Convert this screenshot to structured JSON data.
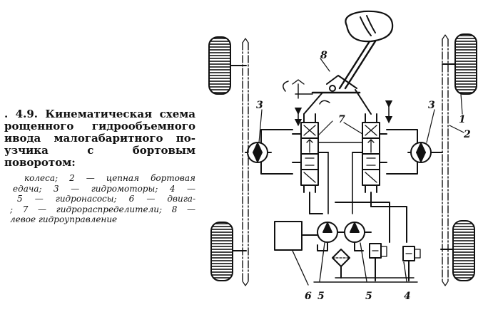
{
  "caption": {
    "title_lines": [
      ". 4.9. Кинематическая схема",
      "рощенного гидрообъемного",
      "ивода малогабаритного по-",
      "узчика с бортовым поворотом:"
    ],
    "legend_lines": [
      "колеса; 2 — цепная бортовая",
      "едача; 3 — гидромоторы; 4 —",
      "5 — гидронасосы; 6 — двига-",
      "; 7 — гидрораспределители; 8 —",
      "левое гидроуправление"
    ]
  },
  "labels": {
    "n1": "1",
    "n2": "2",
    "n3_left": "3",
    "n3_right": "3",
    "n4": "4",
    "n5_left": "5",
    "n5_right": "5",
    "n6": "6",
    "n7": "7",
    "n8": "8"
  },
  "colors": {
    "ink": "#111111",
    "paper": "#ffffff"
  }
}
